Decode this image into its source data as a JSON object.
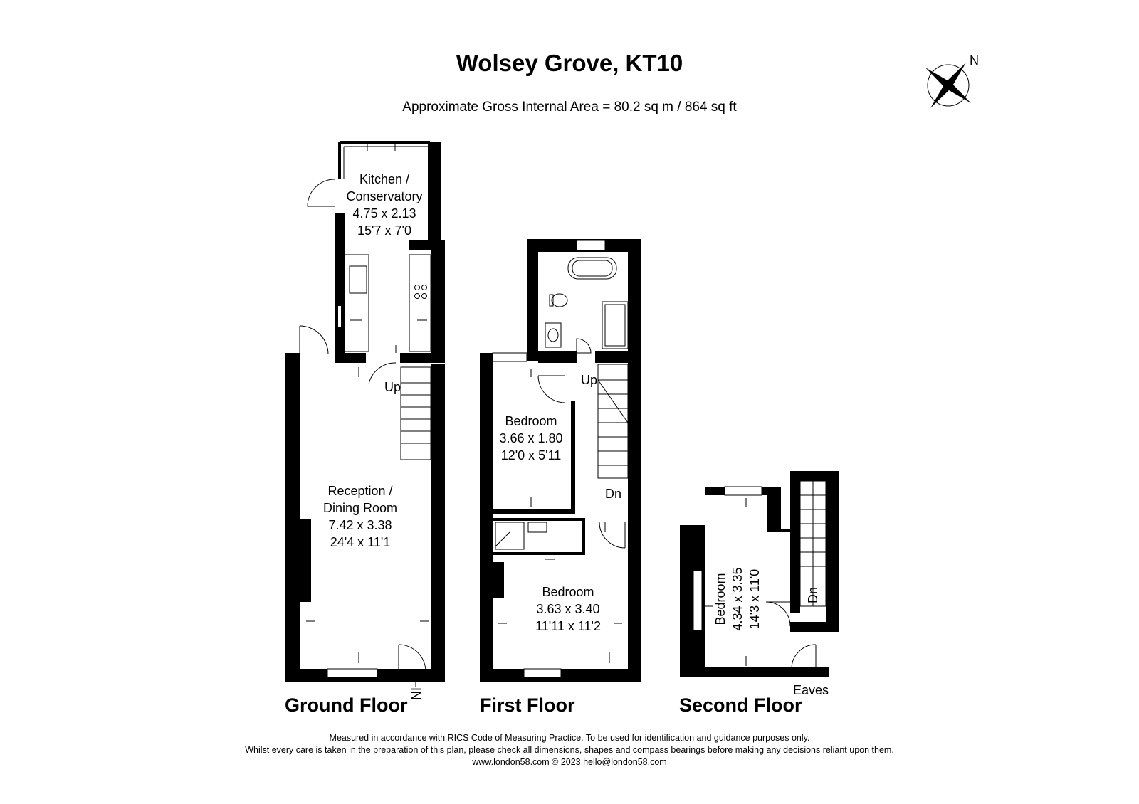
{
  "title": "Wolsey Grove, KT10",
  "subtitle": "Approximate Gross Internal Area = 80.2 sq m / 864 sq ft",
  "compass": {
    "label": "N",
    "icon": "compass-rose-icon"
  },
  "floors": [
    {
      "label": "Ground Floor"
    },
    {
      "label": "First Floor"
    },
    {
      "label": "Second Floor"
    }
  ],
  "rooms": {
    "kitchen": {
      "name_1": "Kitchen /",
      "name_2": "Conservatory",
      "metric": "4.75 x 2.13",
      "imperial": "15'7 x 7'0"
    },
    "reception": {
      "name_1": "Reception /",
      "name_2": "Dining Room",
      "metric": "7.42 x 3.38",
      "imperial": "24'4 x 11'1"
    },
    "bedroom_small": {
      "name": "Bedroom",
      "metric": "3.66 x 1.80",
      "imperial": "12'0 x 5'11"
    },
    "bedroom_first": {
      "name": "Bedroom",
      "metric": "3.63 x 3.40",
      "imperial": "11'11 x 11'2"
    },
    "bedroom_second": {
      "name": "Bedroom",
      "metric": "4.34 x 3.35",
      "imperial": "14'3 x 11'0"
    }
  },
  "markers": {
    "up_ground": "Up",
    "up_first": "Up",
    "dn_first": "Dn",
    "dn_second": "Dn",
    "in": "IN",
    "eaves": "Eaves"
  },
  "footer": {
    "line1": "Measured in accordance with RICS Code of Measuring Practice. To be used for identification and guidance purposes only.",
    "line2": "Whilst every care is taken in the preparation of this plan, please check all dimensions, shapes and compass bearings before making any decisions reliant upon them.",
    "line3": "www.london58.com © 2023 hello@london58.com"
  }
}
